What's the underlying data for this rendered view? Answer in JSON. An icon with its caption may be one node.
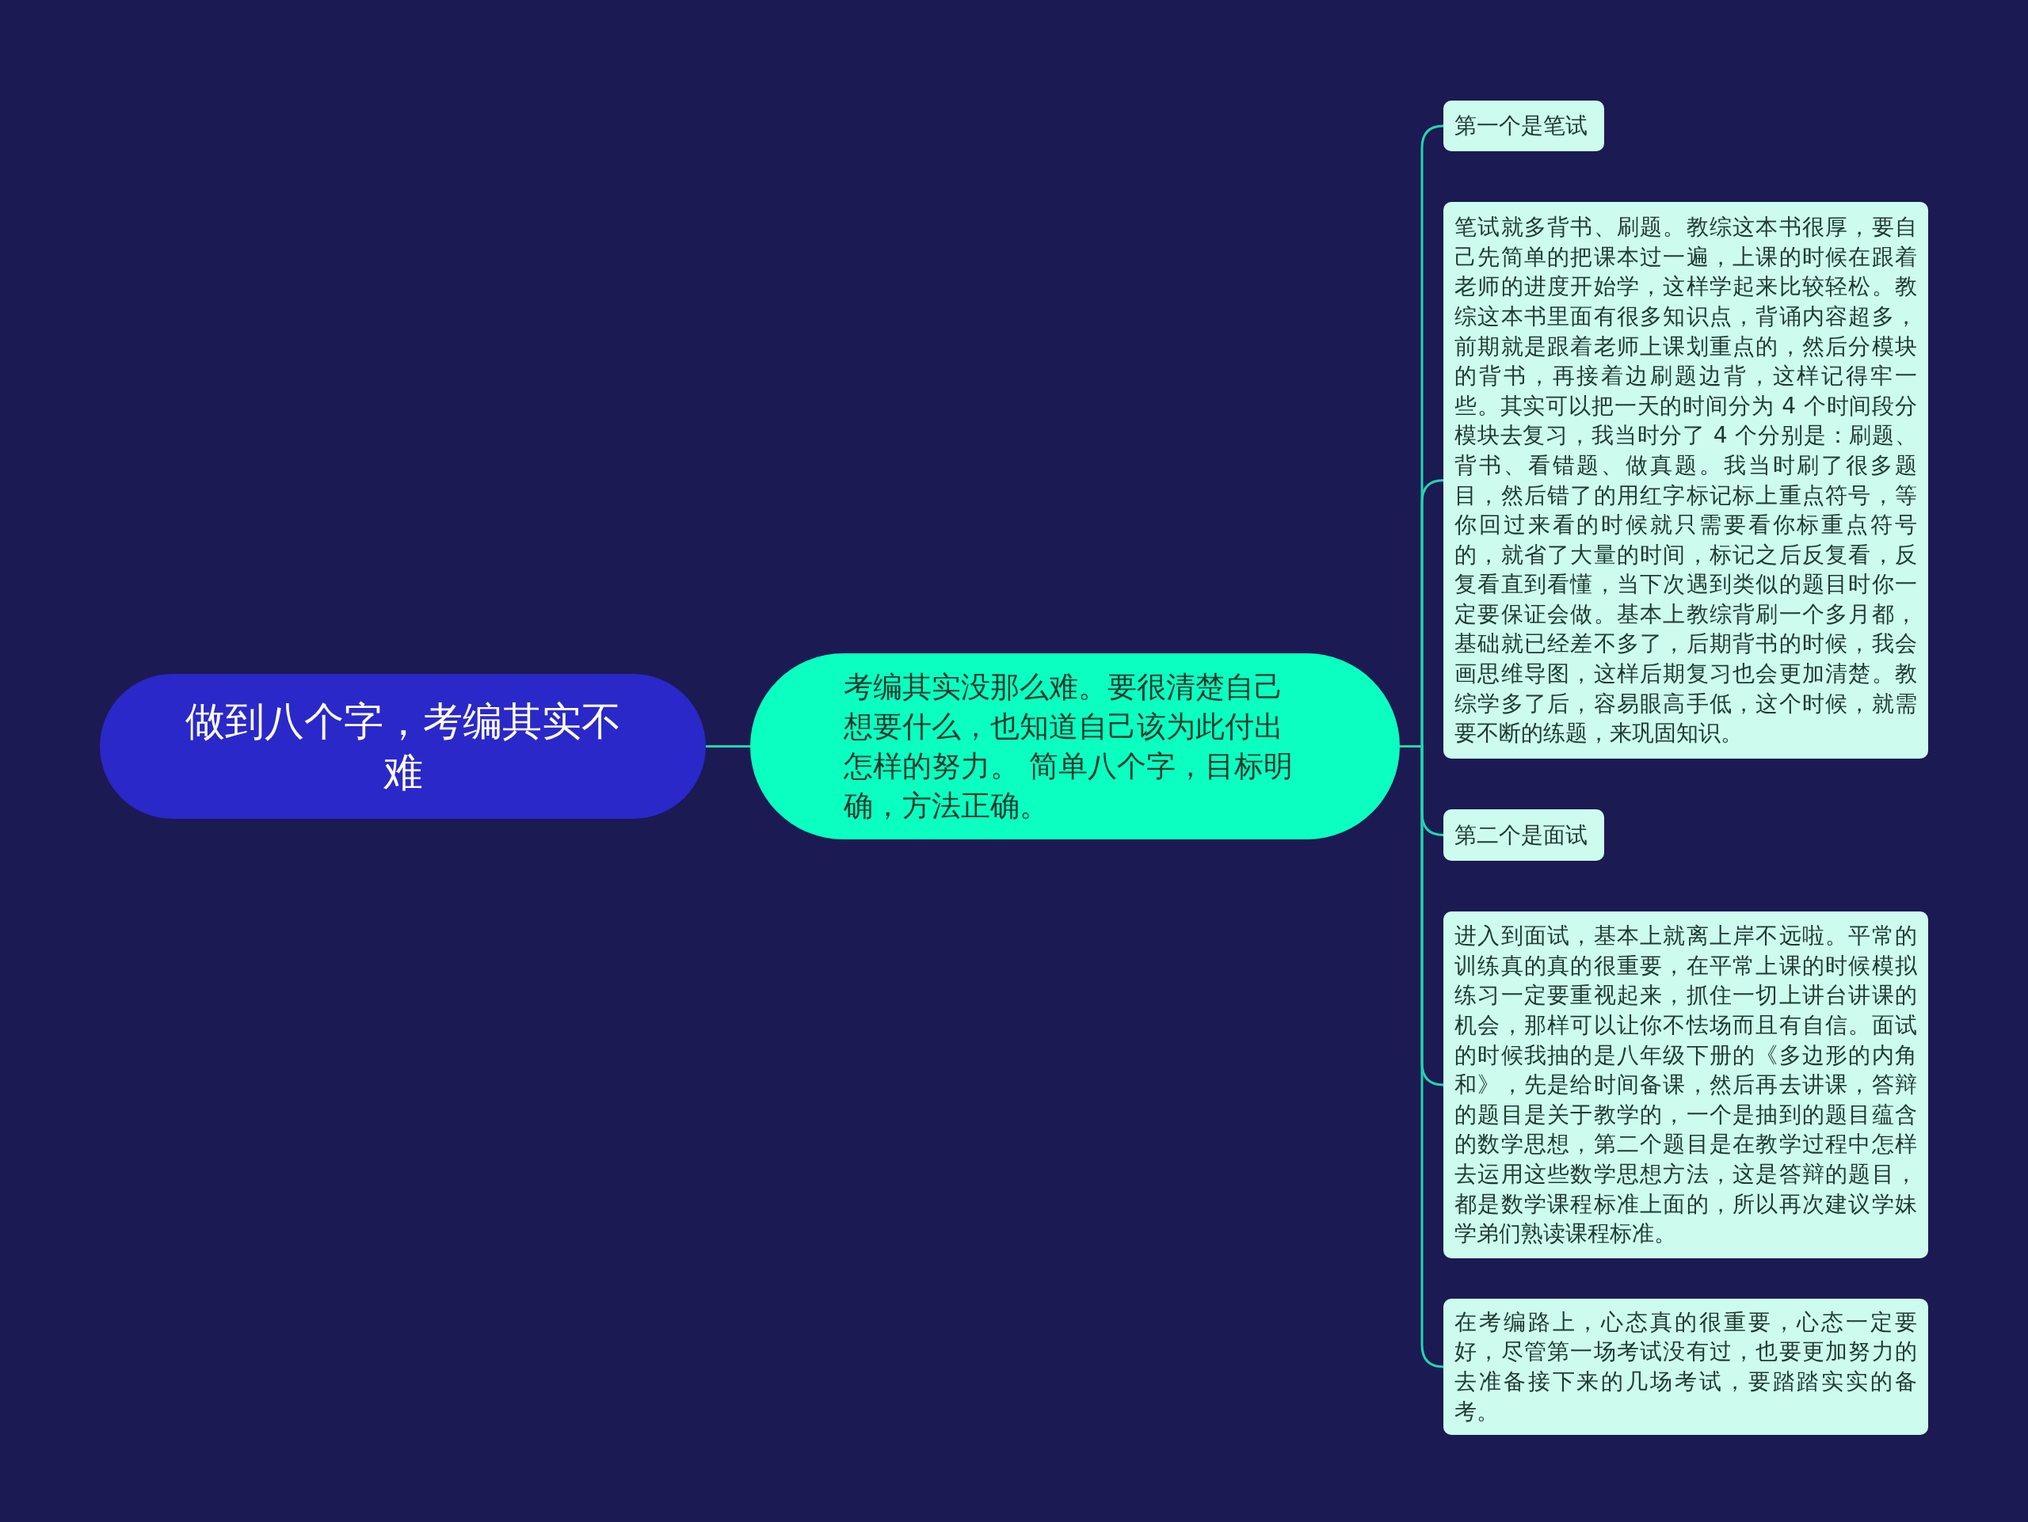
{
  "diagram": {
    "nodes": [
      {
        "text": [
          "做到八个字，考编其实不难"
        ]
      },
      {
        "text": [
          "考编其实没那么难。要很清楚自己想要什么，也知道自己该为此付出怎样的努力。 简单八个字，目标明确，方法正确。"
        ]
      },
      {
        "text": [
          "第一个是笔试"
        ]
      },
      {
        "text": [
          "笔试就多背书、刷题。教综这本书很厚，要自己先简单的把课本过一遍，上课的时候在跟着老师的进度开始学，这样学起来比较轻松。教综这本书里面有很多知识点，背诵内容超多，前期就是跟着老师上课划重点的，然后分模块的背书，再接着边刷题边背，这样记得牢一些。其实可以把一天的时间分为 4 个时间段分模块去复习，我当时分了 4 个分别是：刷题、背书、看错题、做真题。我当时刷了很多题目，然后错了的用红字标记标上重点符号，等你回过来看的时候就只需要看你标重点符号的，就省了大量的时间，标记之后反复看，反复看直到看懂，当下次遇到类似的题目时你一定要保证会做。基本上教综背刷一个多月都，基础就已经差不多了，后期背书的时候，我会画思维导图，这样后期复习也会更加清楚。教综学多了后，容易眼高手低，这个时候，就需要不断的练题，来巩固知识。"
        ]
      },
      {
        "text": [
          "第二个是面试"
        ]
      },
      {
        "text": [
          "进入到面试，基本上就离上岸不远啦。平常的训练真的真的很重要，在平常上课的时候模拟练习一定要重视起来，抓住一切上讲台讲课的机会，那样可以让你不怯场而且有自信。面试的时候我抽的是八年级下册的《多边形的内角和》，先是给时间备课，然后再去讲课，答辩的题目是关于教学的，一个是抽到的题目蕴含的数学思想，第二个题目是在教学过程中怎样去运用这些数学思想方法，这是答辩的题目，都是数学课程标准上面的，所以再次建议学妹学弟们熟读课程标准。"
        ]
      },
      {
        "text": [
          "在考编路上，心态真的很重要，心态一定要好，尽管第一场考试没有过，也要更加努力的去准备接下来的几场考试，要踏踏实实的备考。"
        ]
      }
    ],
    "edges": [
      {
        "from": 0,
        "to": 1,
        "arrow": "none"
      },
      {
        "from": 1,
        "to": 2,
        "arrow": "none"
      },
      {
        "from": 1,
        "to": 3,
        "arrow": "none"
      },
      {
        "from": 1,
        "to": 4,
        "arrow": "none"
      },
      {
        "from": 1,
        "to": 5,
        "arrow": "none"
      },
      {
        "from": 1,
        "to": 6,
        "arrow": "none"
      }
    ]
  }
}
